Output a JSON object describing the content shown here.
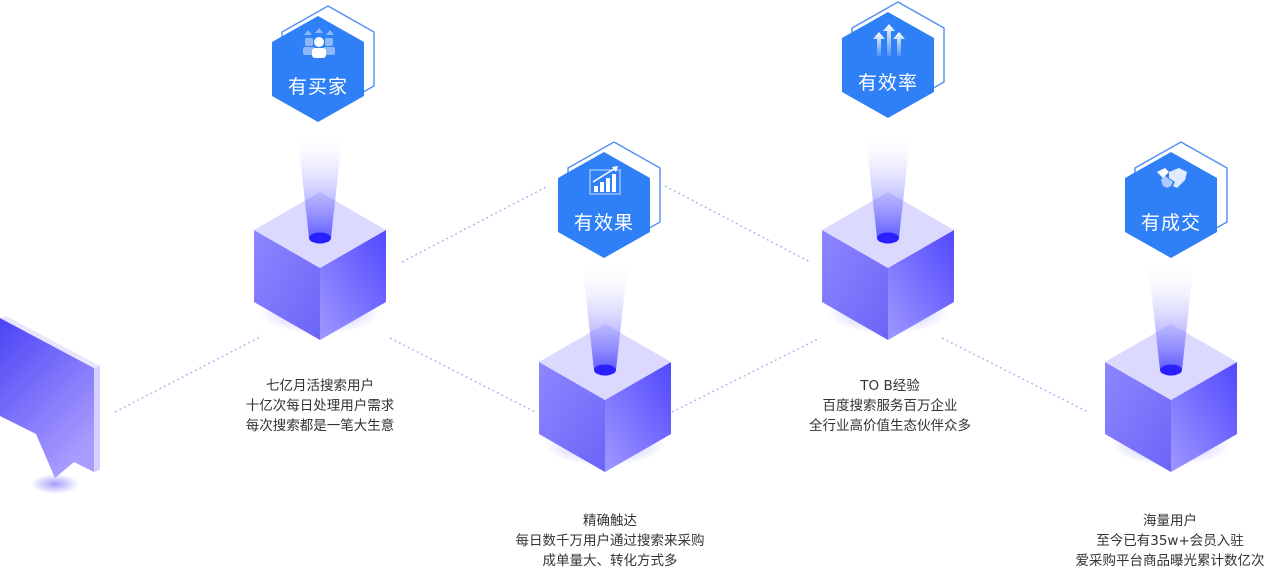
{
  "colors": {
    "badge_blue": "#2f80f7",
    "badge_outline": "#4d8ef5",
    "cube_purple": "#6b63ff",
    "connector": "#b3b0f5",
    "caption_text": "#333333"
  },
  "badges": [
    {
      "label": "有买家",
      "icon": "users-up-icon"
    },
    {
      "label": "有效果",
      "icon": "chart-growth-icon"
    },
    {
      "label": "有效率",
      "icon": "arrows-up-icon"
    },
    {
      "label": "有成交",
      "icon": "handshake-icon"
    }
  ],
  "captions": [
    {
      "lines": [
        "七亿月活搜索用户",
        "十亿次每日处理用户需求",
        "每次搜索都是一笔大生意"
      ]
    },
    {
      "lines": [
        "精确触达",
        "每日数千万用户通过搜索来采购",
        "成单量大、转化方式多"
      ]
    },
    {
      "lines": [
        "TO B经验",
        "百度搜索服务百万企业",
        "全行业高价值生态伙伴众多"
      ]
    },
    {
      "lines": [
        "海量用户",
        "至今已有35w+会员入驻",
        "爱采购平台商品曝光累计数亿次"
      ]
    }
  ]
}
